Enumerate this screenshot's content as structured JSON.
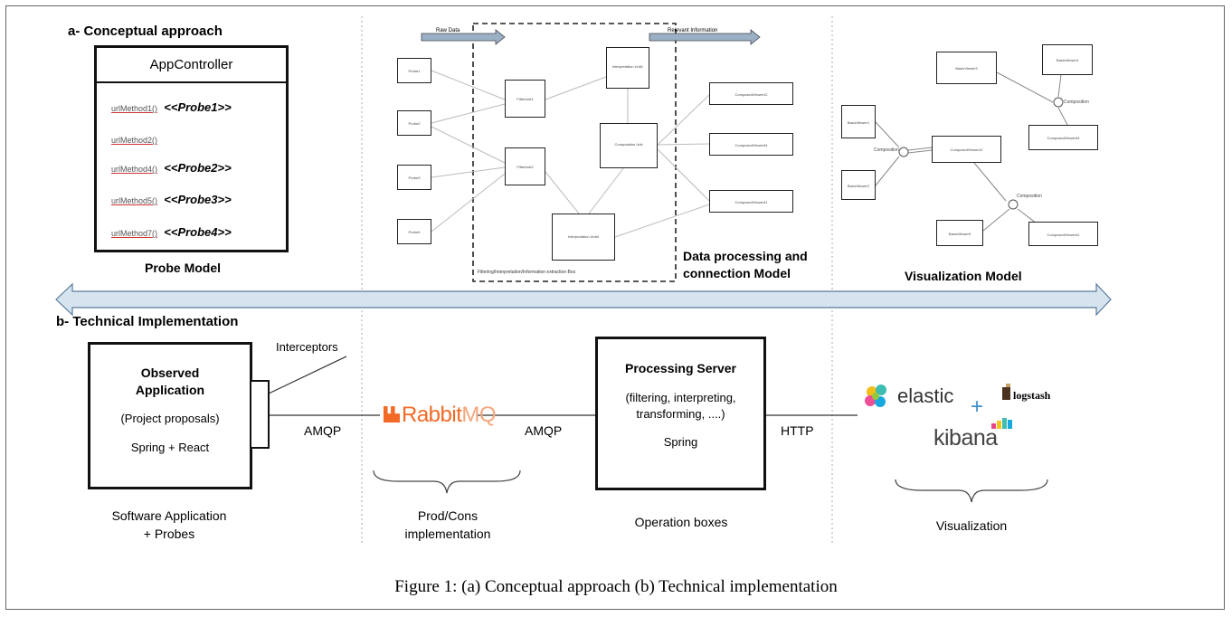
{
  "section_a": {
    "title": "a- Conceptual approach"
  },
  "section_b": {
    "title": "b- Technical Implementation"
  },
  "probe_model": {
    "header": "AppController",
    "rows": [
      {
        "method": "urlMethod1()",
        "probe": "<<Probe1>>"
      },
      {
        "method": "urlMethod2()",
        "probe": ""
      },
      {
        "method": "urlMethod4()",
        "probe": "<<Probe2>>"
      },
      {
        "method": "urlMethod5()",
        "probe": "<<Probe3>>"
      },
      {
        "method": "urlMethod7()",
        "probe": "<<Probe4>>"
      }
    ],
    "label": "Probe Model"
  },
  "data_model": {
    "raw_data": "Raw Data",
    "relevant_info": "Relevant Information",
    "probes": [
      "Probe1",
      "Probe2",
      "Probe3",
      "Probe4"
    ],
    "filter1": "FilterUnit1",
    "filter2": "FilterUnit2",
    "interp1": "Interpretation Unit1",
    "interp2": "Interpretation Unit4",
    "computation": "Computation Unit",
    "composed": [
      "ComposedViewer12",
      "ComposedViewer34",
      "ComposedViewer41"
    ],
    "box_label": "Filtering/Interpretation/Information extraction Box",
    "label_line1": "Data processing and",
    "label_line2": "connection Model"
  },
  "viz_model": {
    "basic": [
      "BasicViewer3",
      "BasicViewer4",
      "BasicViewer1",
      "BasicViewer2",
      "BasicViewer5"
    ],
    "composed": [
      "ComposedViewer34",
      "ComposedViewer12",
      "ComposedViewer41"
    ],
    "composition": "Composition",
    "label": "Visualization Model"
  },
  "impl": {
    "observed_title": "Observed Application",
    "observed_sub": "(Project proposals)",
    "observed_tech": "Spring + React",
    "interceptors": "Interceptors",
    "amqp1": "AMQP",
    "rabbit_a": "Rabbit",
    "rabbit_b": "MQ",
    "amqp2": "AMQP",
    "server_title": "Processing Server",
    "server_sub": "(filtering, interpreting, transforming, ....)",
    "server_tech": "Spring",
    "http": "HTTP",
    "elastic": "elastic",
    "plus": "+",
    "logstash": "logstash",
    "kibana": "kibana",
    "cap1_line1": "Software Application",
    "cap1_line2": "+ Probes",
    "cap2_line1": "Prod/Cons",
    "cap2_line2": "implementation",
    "cap3": "Operation boxes",
    "cap4": "Visualization"
  },
  "caption": "Figure 1: (a) Conceptual approach (b) Technical implementation",
  "colors": {
    "arrow_fill": "#d6e4f0",
    "rabbit_orange": "#f26a25",
    "elastic_blue": "#3d8fcf",
    "kibana_green": "#2cb4a3"
  }
}
